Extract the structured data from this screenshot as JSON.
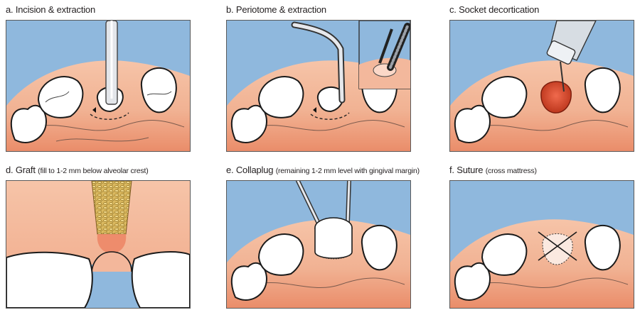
{
  "panels": [
    {
      "id": "a",
      "title": "a. Incision & extraction",
      "subtitle": ""
    },
    {
      "id": "b",
      "title": "b. Periotome & extraction",
      "subtitle": ""
    },
    {
      "id": "c",
      "title": "c. Socket decortication",
      "subtitle": ""
    },
    {
      "id": "d",
      "title": "d. Graft",
      "subtitle": "(fill to 1-2 mm below alveolar crest)"
    },
    {
      "id": "e",
      "title": "e. Collaplug",
      "subtitle": "(remaining 1-2 mm level with gingival margin)"
    },
    {
      "id": "f",
      "title": "f. Suture",
      "subtitle": "(cross mattress)"
    }
  ],
  "colors": {
    "sky": "#8fb8dd",
    "gum": "#f2b79b",
    "gum_dark": "#ec8f6e",
    "socket_red": "#d9482a",
    "graft": "#d9b65b",
    "tooth": "#ffffff",
    "outline": "#1a1a1a"
  }
}
